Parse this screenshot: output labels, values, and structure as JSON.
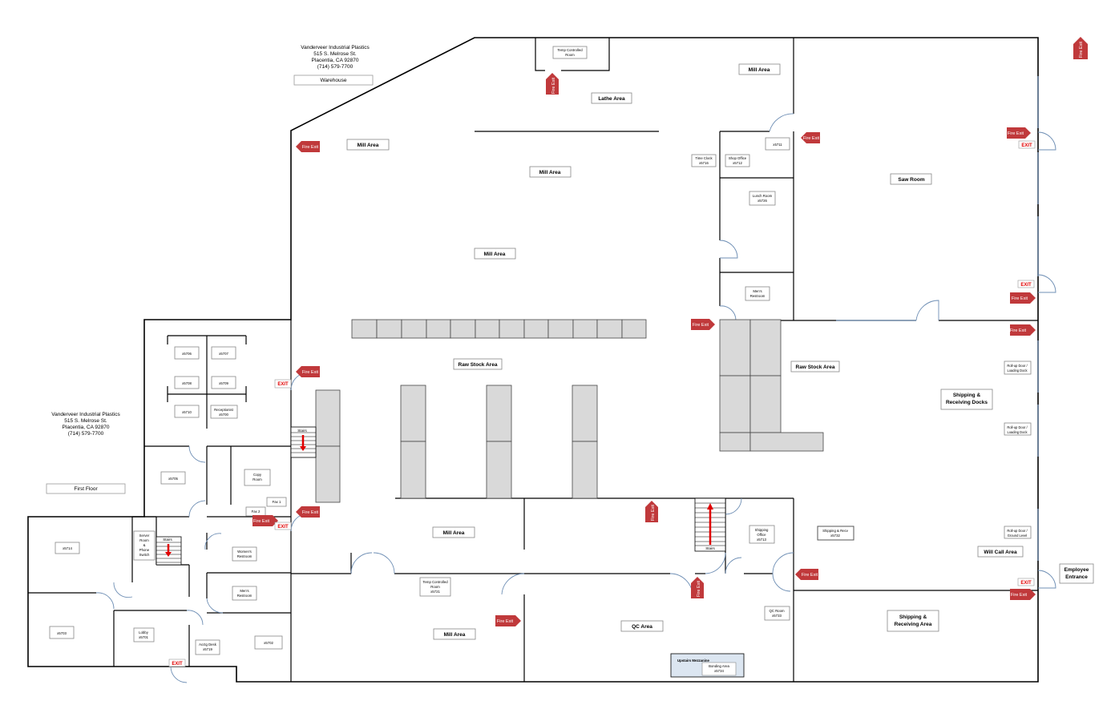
{
  "warehouse_header": {
    "company": "Vanderveer Industrial Plastics",
    "street": "515 S. Melrose St.",
    "city": "Placentia, CA  92870",
    "phone": "(714) 579-7700",
    "title": "Warehouse"
  },
  "first_floor_header": {
    "company": "Vanderveer Industrial Plastics",
    "street": "515 S. Melrose St.",
    "city": "Placentia, CA  92870",
    "phone": "(714) 579-7700",
    "title": "First Floor"
  },
  "areas": {
    "mill_area": "Mill Area",
    "lathe_area": "Lathe Area",
    "saw_room": "Saw Room",
    "raw_stock_area": "Raw Stock Area",
    "shipping_receiving_docks": [
      "Shipping &",
      "Receiving Docks"
    ],
    "shipping_receiving_area": [
      "Shipping &",
      "Receiving Area"
    ],
    "will_call_area": "Will Call Area",
    "qc_area": "QC Area",
    "employee_entrance": [
      "Employee",
      "Entrance"
    ]
  },
  "rooms": {
    "temp_controlled_room_top": [
      "Temp Controlled",
      "Room"
    ],
    "time_clock": [
      "Time Clock",
      "x5716"
    ],
    "shop_office": [
      "Shop Office",
      "x5712"
    ],
    "x5711": "x5711",
    "lunch_room": [
      "Lunch Room",
      "x5726"
    ],
    "mens_restroom_shop": [
      "Men's",
      "Restroom"
    ],
    "rollup_door_loading_1": [
      "Roll-up Door /",
      "Loading Dock"
    ],
    "rollup_door_loading_2": [
      "Roll-up Door /",
      "Loading Dock"
    ],
    "rollup_door_ground": [
      "Roll-up Door /",
      "Ground Level"
    ],
    "x5706": "x5706",
    "x5707": "x5707",
    "x5708": "x5708",
    "x5709": "x5709",
    "x5710": "x5710",
    "receptionist": [
      "Receptionist",
      "x5700"
    ],
    "x5705": "x5705",
    "copy_room": [
      "Copy",
      "Room"
    ],
    "fax_1": "Fax 1",
    "fax_2": "Fax 2",
    "x5714": "x5714",
    "server_room": [
      "Server",
      "Room",
      "&",
      "Phone",
      "Switch"
    ],
    "stairs": "Stairs",
    "womens_restroom": [
      "Women's",
      "Restroom"
    ],
    "mens_restroom_office": [
      "Men's",
      "Restroom"
    ],
    "x5703": "x5703",
    "lobby": [
      "Lobby",
      "x5701"
    ],
    "acctg_desk": [
      "Acctg Desk",
      "x5719"
    ],
    "x5702": "x5702",
    "temp_controlled_room_bottom": [
      "Temp Controlled",
      "Room",
      "x5721"
    ],
    "shipping_office": [
      "Shipping",
      "Office",
      "x5713"
    ],
    "shipping_recv": [
      "Shipping & Recv",
      "x5732"
    ],
    "qc_room": [
      "QC Room",
      "x5733"
    ],
    "upstairs_mezzanine": "Upstairs Mezzanine",
    "bonding_area": [
      "Bonding Area",
      "x5734"
    ]
  },
  "signs": {
    "fire_exit": "Fire Exit",
    "exit": "EXIT"
  },
  "colors": {
    "fire_exit_red": "#c0393b",
    "exit_text_red": "#e00000",
    "rack_gray": "#d9d9d9",
    "door_blue": "#6f8fb5",
    "mezzanine_blue": "#dce6f1"
  }
}
